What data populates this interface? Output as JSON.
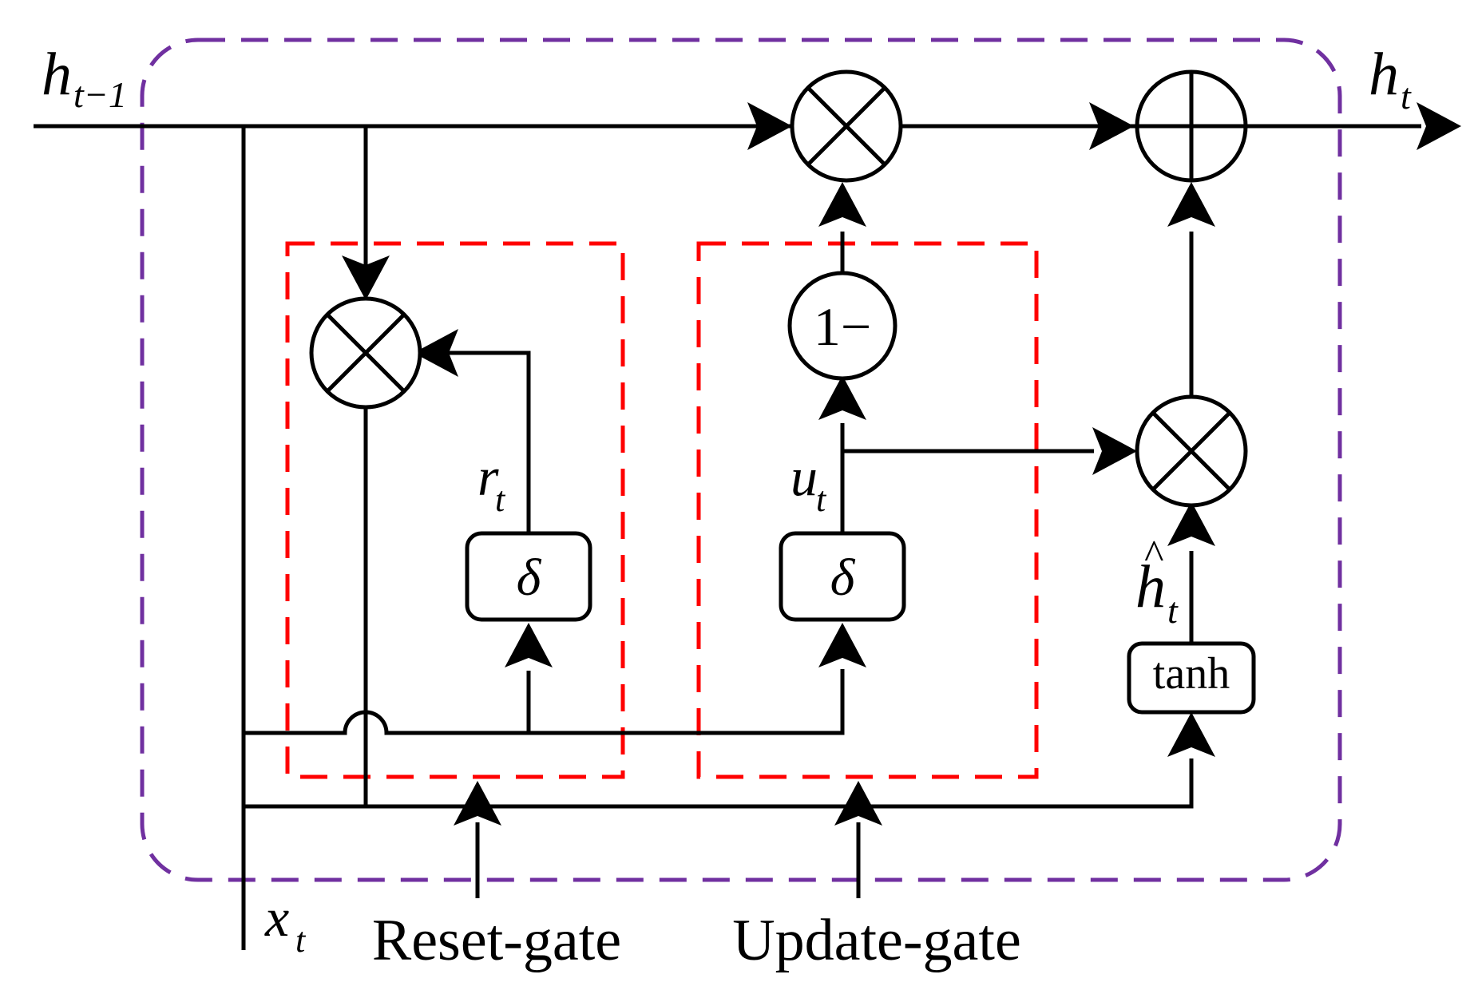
{
  "colors": {
    "outer_border": "#7030A0",
    "gate_border": "#FF0000",
    "line": "#000000"
  },
  "labels": {
    "h_prev": {
      "main": "h",
      "sub": "t−1"
    },
    "h_out": {
      "main": "h",
      "sub": "t"
    },
    "x_in": {
      "main": "x",
      "sub": "t"
    },
    "r": {
      "main": "r",
      "sub": "t"
    },
    "u": {
      "main": "u",
      "sub": "t"
    },
    "h_cand": {
      "main": "h",
      "hat": "^",
      "sub": "t"
    }
  },
  "ops": {
    "one_minus": "1−",
    "sigma": "δ",
    "tanh": "tanh"
  },
  "gates": {
    "reset": "Reset-gate",
    "update": "Update-gate"
  }
}
